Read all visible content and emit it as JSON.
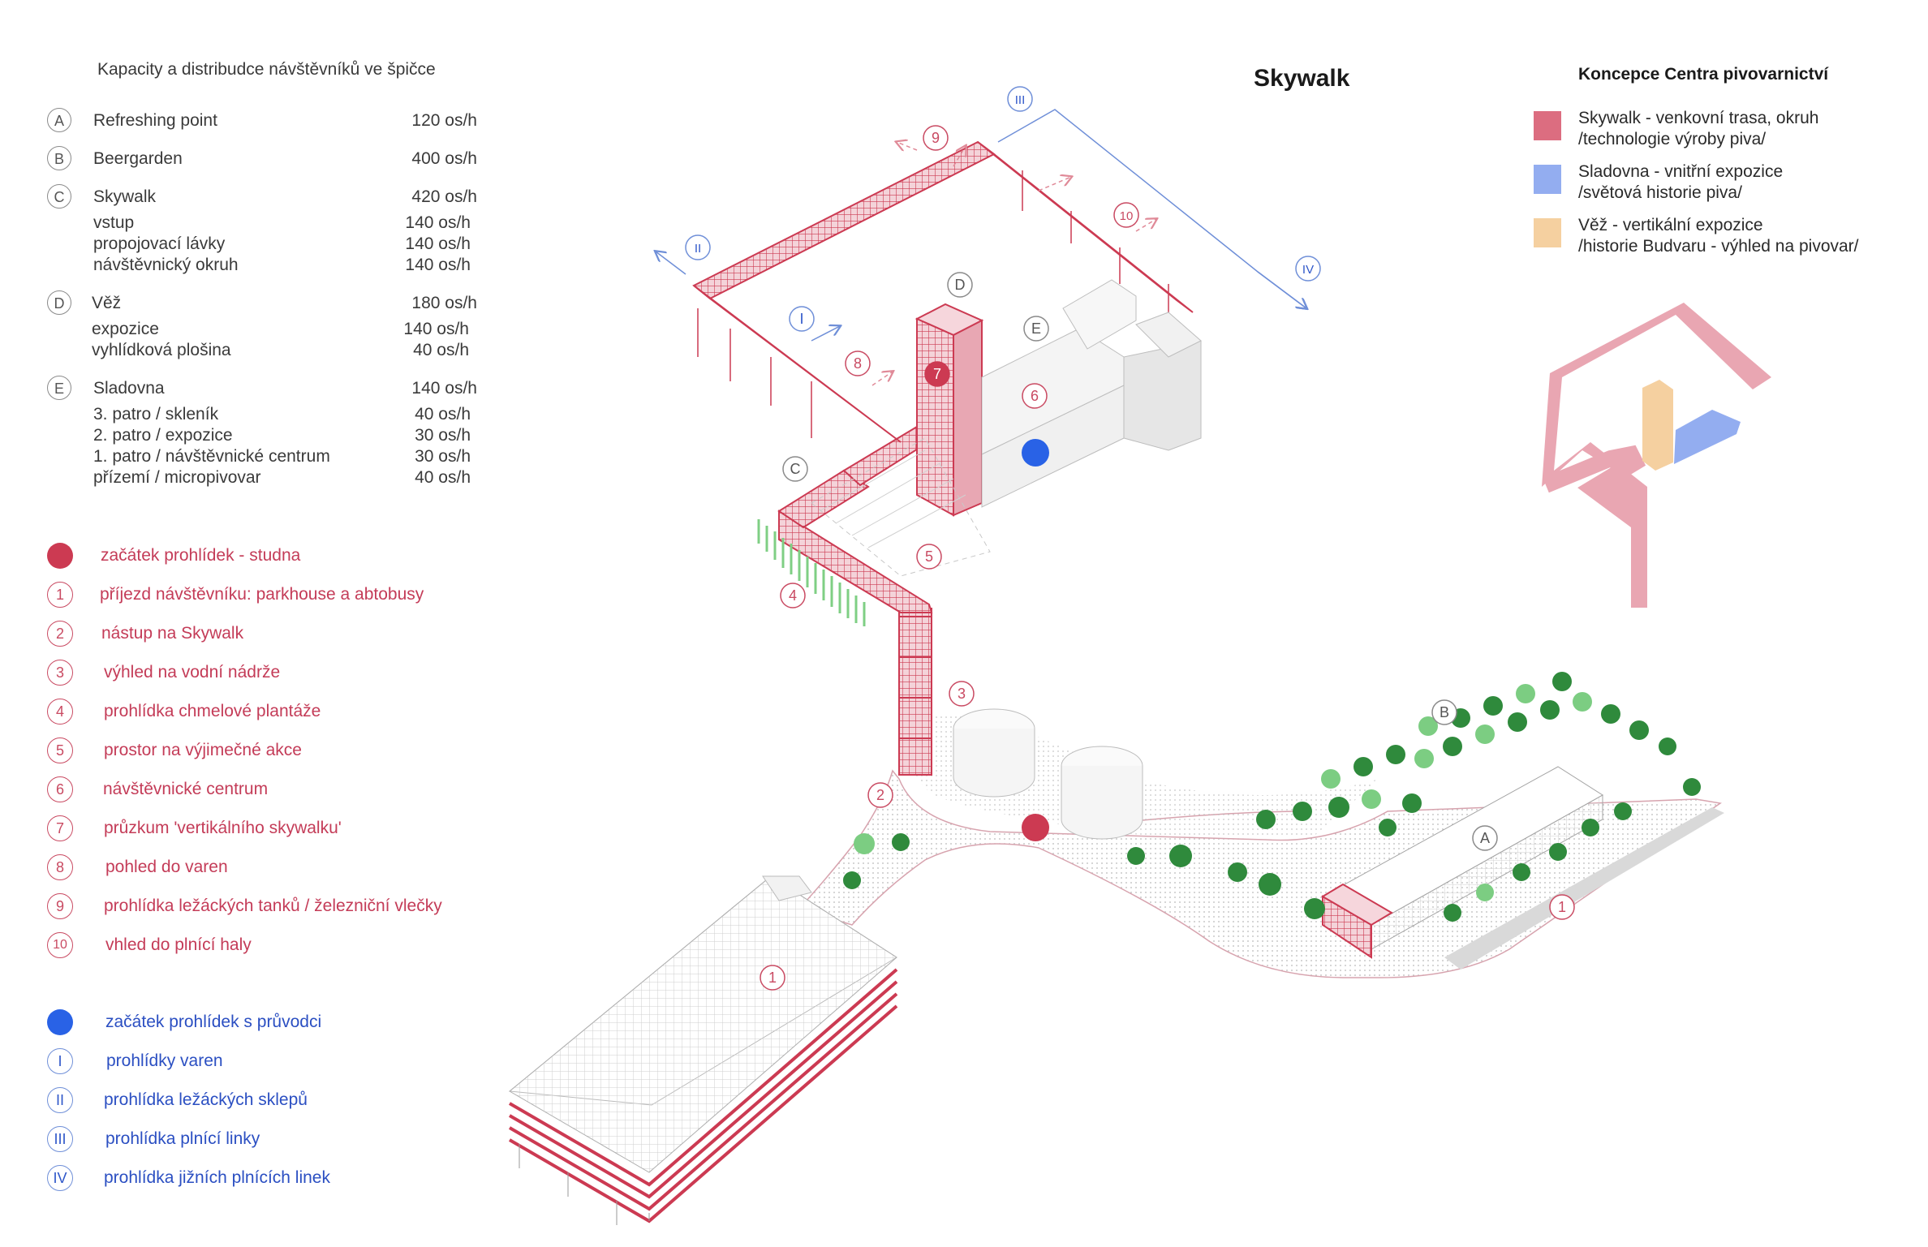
{
  "title": "Skywalk",
  "capacity": {
    "heading": "Kapacity a distribudce návštěvníků ve špičce",
    "rows": [
      {
        "key": "A",
        "name": "Refreshing point",
        "value": "120 os/h"
      },
      {
        "key": "B",
        "name": "Beergarden",
        "value": "400 os/h"
      },
      {
        "key": "C",
        "name": "Skywalk",
        "value": "420 os/h"
      },
      {
        "key": "D",
        "name": "Věž",
        "value": "180 os/h"
      },
      {
        "key": "E",
        "name": "Sladovna",
        "value": "140 os/h"
      }
    ],
    "sub_c": [
      {
        "name": "vstup",
        "value": "140 os/h"
      },
      {
        "name": "propojovací lávky",
        "value": "140 os/h"
      },
      {
        "name": "návštěvnický okruh",
        "value": "140 os/h"
      }
    ],
    "sub_d": [
      {
        "name": "expozice",
        "value": "140 os/h"
      },
      {
        "name": "vyhlídková plošina",
        "value": "40 os/h"
      }
    ],
    "sub_e": [
      {
        "name": "3. patro / skleník",
        "value": "40 os/h"
      },
      {
        "name": "2. patro / expozice",
        "value": "30 os/h"
      },
      {
        "name": "1. patro / návštěvnické centrum",
        "value": "30 os/h"
      },
      {
        "name": "přízemí / micropivovar",
        "value": "40 os/h"
      }
    ]
  },
  "route_legend": {
    "start": "začátek prohlídek - studna",
    "items": [
      {
        "num": "1",
        "text": "příjezd návštěvníku: parkhouse a abtobusy"
      },
      {
        "num": "2",
        "text": "nástup na Skywalk"
      },
      {
        "num": "3",
        "text": "výhled na vodní nádrže"
      },
      {
        "num": "4",
        "text": "prohlídka chmelové plantáže"
      },
      {
        "num": "5",
        "text": "prostor na výjimečné akce"
      },
      {
        "num": "6",
        "text": "návštěvnické centrum"
      },
      {
        "num": "7",
        "text": "průzkum 'vertikálního skywalku'"
      },
      {
        "num": "8",
        "text": "pohled do varen"
      },
      {
        "num": "9",
        "text": "prohlídka ležáckých tanků / železniční vlečky"
      },
      {
        "num": "10",
        "text": "vhled do plnící haly"
      }
    ]
  },
  "guide_legend": {
    "start": "začátek prohlídek s průvodci",
    "items": [
      {
        "num": "I",
        "text": "prohlídky varen"
      },
      {
        "num": "II",
        "text": "prohlídka ležáckých sklepů"
      },
      {
        "num": "III",
        "text": "prohlídka plnící linky"
      },
      {
        "num": "IV",
        "text": "prohlídka jižních plnících linek"
      }
    ]
  },
  "concept": {
    "title": "Koncepce Centra pivovarnictví",
    "items": [
      {
        "color": "#dc6d80",
        "line1": "Skywalk - venkovní trasa, okruh",
        "line2": "/technologie výroby piva/"
      },
      {
        "color": "#93adf0",
        "line1": "Sladovna - vnitřní expozice",
        "line2": "/světová historie piva/"
      },
      {
        "color": "#f5d0a0",
        "line1": "Věž - vertikální expozice",
        "line2": "/historie Budvaru - výhled na pivovar/"
      }
    ]
  },
  "colors": {
    "red": "#cc3a52",
    "blue": "#2962e6",
    "skywalk": "#dc6d80",
    "malt": "#93adf0",
    "tower": "#f5d0a0",
    "tree": "#2f8a3c",
    "tree_light": "#6cc36e"
  }
}
